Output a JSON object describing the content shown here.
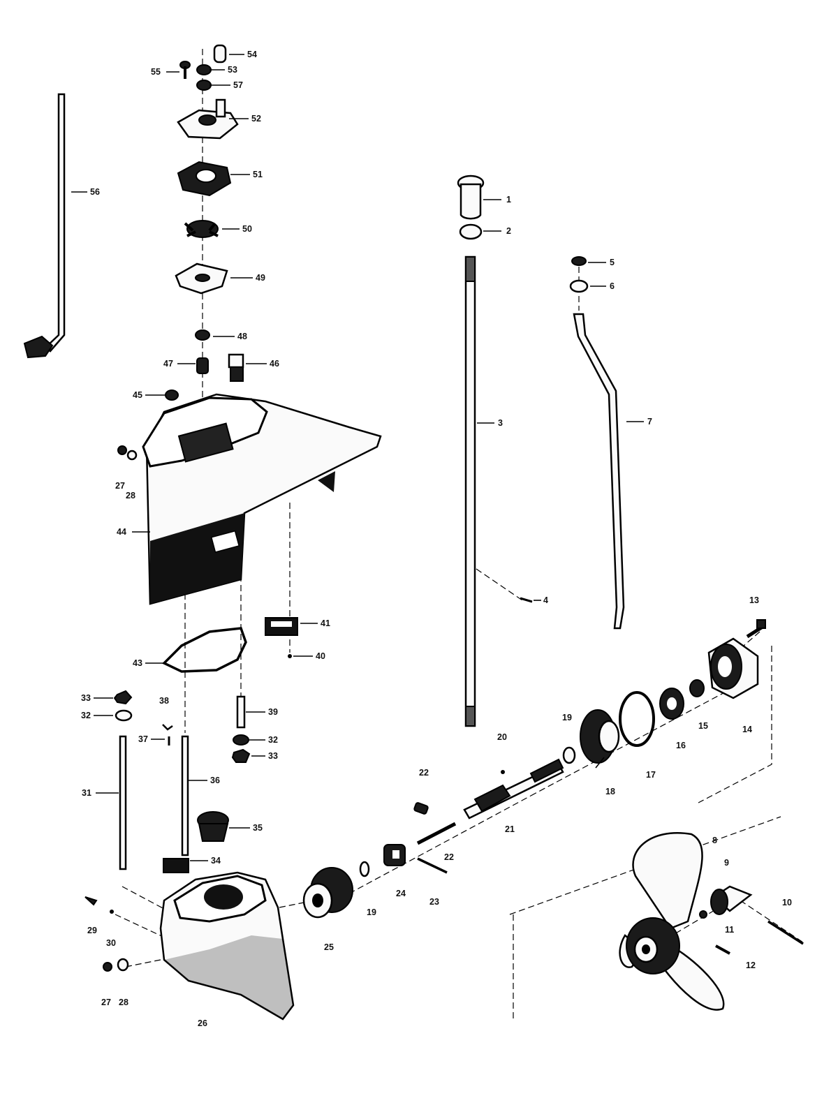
{
  "diagram": {
    "title": "",
    "callouts": [
      {
        "id": "p1",
        "num": "1"
      },
      {
        "id": "p2",
        "num": "2"
      },
      {
        "id": "p3",
        "num": "3"
      },
      {
        "id": "p4",
        "num": "4"
      },
      {
        "id": "p5",
        "num": "5"
      },
      {
        "id": "p6",
        "num": "6"
      },
      {
        "id": "p7",
        "num": "7"
      },
      {
        "id": "p8",
        "num": "8"
      },
      {
        "id": "p9",
        "num": "9"
      },
      {
        "id": "p10",
        "num": "10"
      },
      {
        "id": "p11",
        "num": "11"
      },
      {
        "id": "p12",
        "num": "12"
      },
      {
        "id": "p13",
        "num": "13"
      },
      {
        "id": "p14",
        "num": "14"
      },
      {
        "id": "p15",
        "num": "15"
      },
      {
        "id": "p16",
        "num": "16"
      },
      {
        "id": "p17",
        "num": "17"
      },
      {
        "id": "p18",
        "num": "18"
      },
      {
        "id": "p19a",
        "num": "19"
      },
      {
        "id": "p19b",
        "num": "19"
      },
      {
        "id": "p20",
        "num": "20"
      },
      {
        "id": "p21",
        "num": "21"
      },
      {
        "id": "p22a",
        "num": "22"
      },
      {
        "id": "p22b",
        "num": "22"
      },
      {
        "id": "p23",
        "num": "23"
      },
      {
        "id": "p24",
        "num": "24"
      },
      {
        "id": "p25",
        "num": "25"
      },
      {
        "id": "p26",
        "num": "26"
      },
      {
        "id": "p27a",
        "num": "27"
      },
      {
        "id": "p28a",
        "num": "28"
      },
      {
        "id": "p27b",
        "num": "27"
      },
      {
        "id": "p28b",
        "num": "28"
      },
      {
        "id": "p29",
        "num": "29"
      },
      {
        "id": "p30",
        "num": "30"
      },
      {
        "id": "p31",
        "num": "31"
      },
      {
        "id": "p32a",
        "num": "32"
      },
      {
        "id": "p33a",
        "num": "33"
      },
      {
        "id": "p32b",
        "num": "32"
      },
      {
        "id": "p33b",
        "num": "33"
      },
      {
        "id": "p34",
        "num": "34"
      },
      {
        "id": "p35",
        "num": "35"
      },
      {
        "id": "p36",
        "num": "36"
      },
      {
        "id": "p37",
        "num": "37"
      },
      {
        "id": "p38",
        "num": "38"
      },
      {
        "id": "p39",
        "num": "39"
      },
      {
        "id": "p40",
        "num": "40"
      },
      {
        "id": "p41",
        "num": "41"
      },
      {
        "id": "p43",
        "num": "43"
      },
      {
        "id": "p44",
        "num": "44"
      },
      {
        "id": "p45",
        "num": "45"
      },
      {
        "id": "p46",
        "num": "46"
      },
      {
        "id": "p47",
        "num": "47"
      },
      {
        "id": "p48",
        "num": "48"
      },
      {
        "id": "p49",
        "num": "49"
      },
      {
        "id": "p50",
        "num": "50"
      },
      {
        "id": "p51",
        "num": "51"
      },
      {
        "id": "p52",
        "num": "52"
      },
      {
        "id": "p53",
        "num": "53"
      },
      {
        "id": "p54",
        "num": "54"
      },
      {
        "id": "p55",
        "num": "55"
      },
      {
        "id": "p56",
        "num": "56"
      },
      {
        "id": "p57",
        "num": "57"
      }
    ]
  }
}
